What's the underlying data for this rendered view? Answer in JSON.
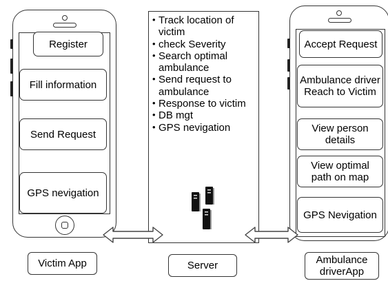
{
  "victim_app": {
    "buttons": [
      "Register",
      "Fill information",
      "Send Request",
      "GPS nevigation"
    ],
    "caption": "Victim App"
  },
  "server": {
    "tasks": [
      "Track location of victim",
      "check Severity",
      "Search optimal ambulance",
      "Send request to ambulance",
      "Response to victim",
      "DB mgt",
      "GPS nevigation"
    ],
    "icon": "server-rack-icon",
    "caption": "Server"
  },
  "driver_app": {
    "buttons": [
      "Accept Request",
      "Ambulance driver Reach to Victim",
      "View person details",
      "View optimal path on map",
      "GPS Nevigation"
    ],
    "caption": "Ambulance driverApp"
  },
  "connectors": {
    "icon": "double-arrow-icon"
  }
}
